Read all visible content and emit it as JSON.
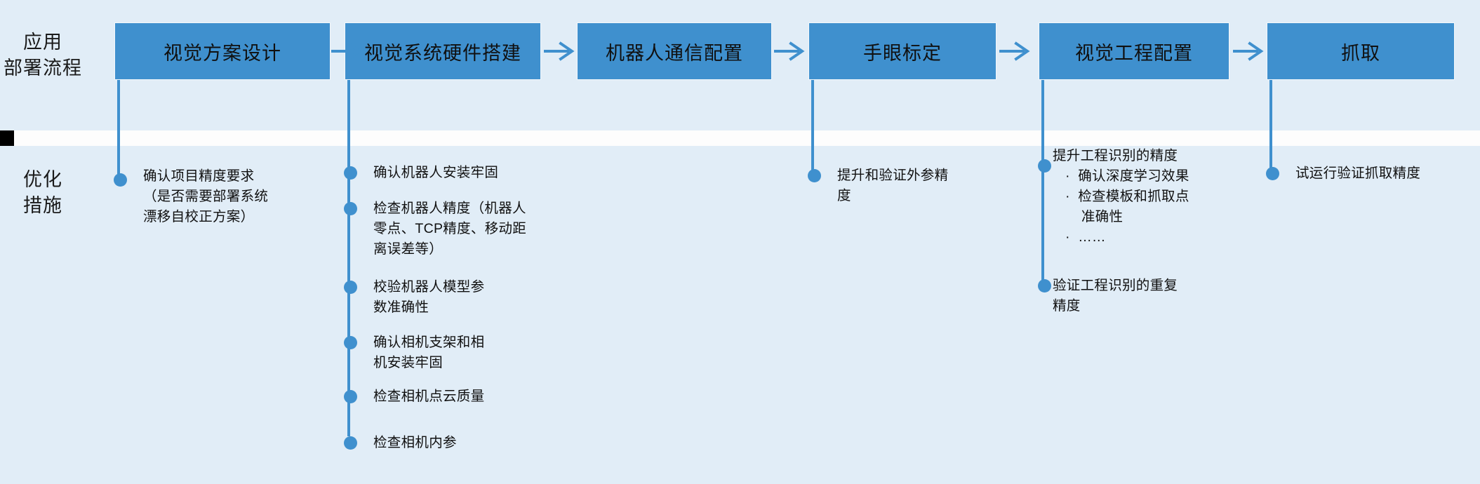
{
  "theme": {
    "background": "#e1edf7",
    "accent": "#3f90ce",
    "box_fill": "#3f90ce",
    "box_border": "#f2f7fb",
    "divider_band": "#fdfdfd",
    "marker": "#000000",
    "text": "#101010"
  },
  "rows": {
    "process_label_line1": "应用",
    "process_label_line2": "部署流程",
    "measures_label_line1": "优化",
    "measures_label_line2": "措施"
  },
  "process_steps": [
    {
      "label": "视觉方案设计"
    },
    {
      "label": "视觉系统硬件搭建"
    },
    {
      "label": "机器人通信配置"
    },
    {
      "label": "手眼标定"
    },
    {
      "label": "视觉工程配置"
    },
    {
      "label": "抓取"
    }
  ],
  "measures": {
    "col1": {
      "items": [
        {
          "lines": [
            "确认项目精度要求",
            "（是否需要部署系统",
            "漂移自校正方案）"
          ],
          "subs": []
        }
      ]
    },
    "col2": {
      "items": [
        {
          "lines": [
            "确认机器人安装牢固"
          ],
          "subs": []
        },
        {
          "lines": [
            "检查机器人精度（机器人",
            "零点、TCP精度、移动距",
            "离误差等）"
          ],
          "subs": []
        },
        {
          "lines": [
            "校验机器人模型参",
            "数准确性"
          ],
          "subs": []
        },
        {
          "lines": [
            "确认相机支架和相",
            "机安装牢固"
          ],
          "subs": []
        },
        {
          "lines": [
            "检查相机点云质量"
          ],
          "subs": []
        },
        {
          "lines": [
            "检查相机内参"
          ],
          "subs": []
        }
      ]
    },
    "col3": {
      "items": []
    },
    "col4": {
      "items": [
        {
          "lines": [
            "提升和验证外参精",
            "度"
          ],
          "subs": []
        }
      ]
    },
    "col5": {
      "items": [
        {
          "lines": [
            "提升工程识别的精度"
          ],
          "subs": [
            "·  确认深度学习效果",
            "·  检查模板和抓取点",
            "    准确性",
            "·  ……"
          ]
        },
        {
          "lines": [
            "验证工程识别的重复",
            "精度"
          ],
          "subs": []
        }
      ]
    },
    "col6": {
      "items": [
        {
          "lines": [
            "试运行验证抓取精度"
          ],
          "subs": []
        }
      ]
    }
  }
}
